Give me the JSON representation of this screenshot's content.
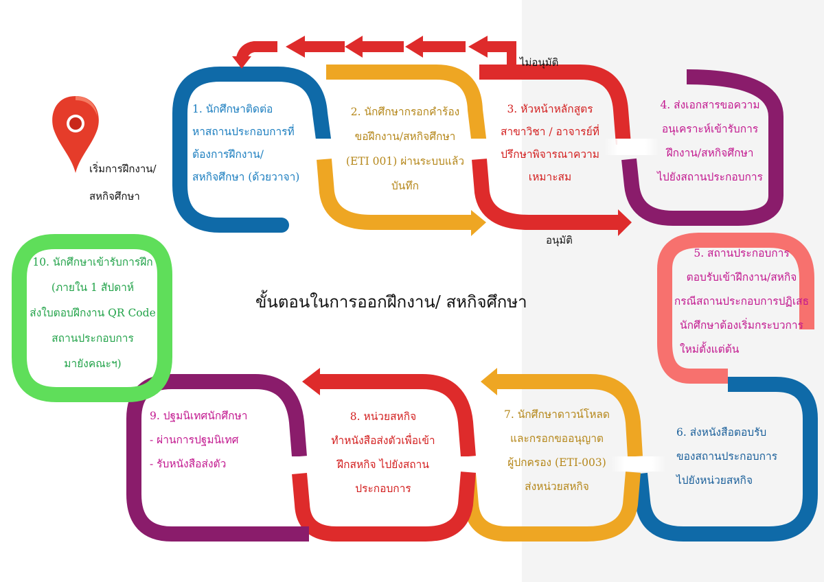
{
  "title": "ขั้นตอนในการออกฝึกงาน/ สหกิจศึกษา",
  "start": {
    "lines": [
      "เริ่มการฝึกงาน/",
      "สหกิจศึกษา"
    ],
    "icon": "map-pin-icon"
  },
  "decisions": {
    "rejected": "ไม่อนุมัติ",
    "approved": "อนุมัติ"
  },
  "colors": {
    "blue": "#0f6aa8",
    "orange": "#eea623",
    "red": "#de2b2b",
    "purple": "#8a1c6b",
    "coral": "#f7716e",
    "green": "#5fde5a",
    "magenta": "#c2188f",
    "pin": "#e53c2a"
  },
  "steps": [
    {
      "id": 1,
      "color": "#1a7dbf",
      "lines": [
        "1. นักศึกษาติดต่อ",
        "หาสถานประกอบการที่",
        "ต้องการฝึกงาน/",
        "สหกิจศึกษา (ด้วยวาจา)"
      ]
    },
    {
      "id": 2,
      "color": "#b5871a",
      "lines": [
        "2. นักศึกษากรอกคำร้อง",
        "ขอฝึกงาน/สหกิจศึกษา",
        "(ETI 001) ผ่านระบบแล้ว",
        "บันทึก"
      ]
    },
    {
      "id": 3,
      "color": "#d32020",
      "lines": [
        "3. หัวหน้าหลักสูตร",
        "สาขาวิชา / อาจารย์ที่",
        "ปรึกษาพิจารณาความ",
        "เหมาะสม"
      ]
    },
    {
      "id": 4,
      "color": "#c2188f",
      "lines": [
        "4. ส่งเอกสารขอความ",
        "อนุเคราะห์เข้ารับการ",
        "ฝึกงาน/สหกิจศึกษา",
        "ไปยังสถานประกอบการ"
      ]
    },
    {
      "id": 5,
      "color": "#c2188f",
      "lines": [
        "5. สถานประกอบการ",
        "ตอบรับเข้าฝึกงาน/สหกิจ",
        "กรณีสถานประกอบการปฏิเสธ",
        "นักศึกษาต้องเริ่มกระบวการ",
        "ใหม่ตั้งแต่ต้น"
      ]
    },
    {
      "id": 6,
      "color": "#1a5f9a",
      "lines": [
        "6. ส่งหนังสือตอบรับ",
        "ของสถานประกอบการ",
        "ไปยังหน่วยสหกิจ"
      ]
    },
    {
      "id": 7,
      "color": "#b5871a",
      "lines": [
        "7. นักศึกษาดาวน์โหลด",
        "และกรอกขออนุญาต",
        "ผู้ปกครอง (ETI-003)",
        "ส่งหน่วยสหกิจ"
      ]
    },
    {
      "id": 8,
      "color": "#d32020",
      "lines": [
        "8. หน่วยสหกิจ",
        "ทำหนังสือส่งตัวเพื่อเข้า",
        "ฝึกสหกิจ ไปยังสถาน",
        "ประกอบการ"
      ]
    },
    {
      "id": 9,
      "color": "#8a1c6b",
      "lines": [
        "9. ปฐมนิเทศนักศึกษา",
        "- ผ่านการปฐมนิเทศ",
        "- รับหนังสือส่งตัว"
      ]
    },
    {
      "id": 10,
      "color": "#23a34a",
      "lines": [
        "10. นักศึกษาเข้ารับการฝึก",
        "(ภายใน 1 สัปดาห์",
        "ส่งใบตอบฝึกงาน QR Code",
        "สถานประกอบการ",
        "มายังคณะฯ)"
      ]
    }
  ]
}
